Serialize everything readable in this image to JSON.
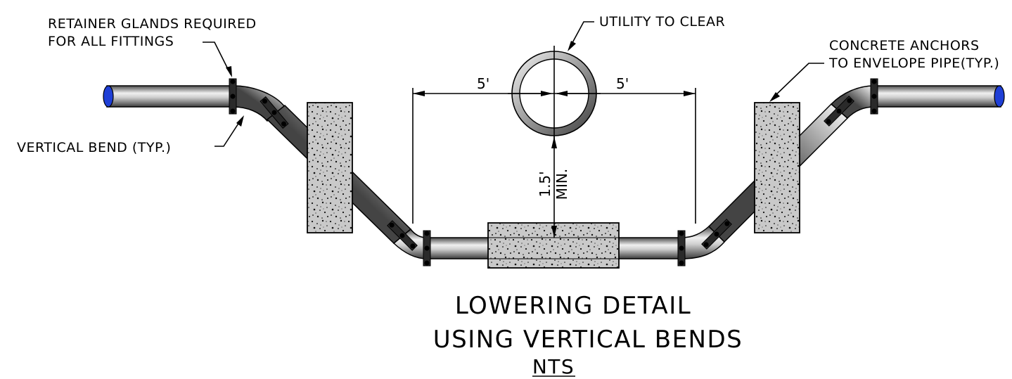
{
  "labels": {
    "retainer_line1": "RETAINER GLANDS REQUIRED",
    "retainer_line2": "FOR ALL FITTINGS",
    "vertical_bend": "VERTICAL BEND (TYP.)",
    "utility": "UTILITY TO CLEAR",
    "concrete_line1": "CONCRETE ANCHORS",
    "concrete_line2": "TO ENVELOPE PIPE(TYP.)"
  },
  "dimensions": {
    "left_offset": "5'",
    "right_offset": "5'",
    "clearance_value": "1.5'",
    "clearance_note": "MIN."
  },
  "title": {
    "line1": "LOWERING DETAIL",
    "line2": "USING VERTICAL BENDS",
    "scale": "NTS"
  },
  "colors": {
    "pipe_end": "#1f3fd6",
    "pipe_light": "#ebebeb",
    "pipe_dark": "#5a5a5a",
    "concrete_fill": "#bdbdbd"
  }
}
